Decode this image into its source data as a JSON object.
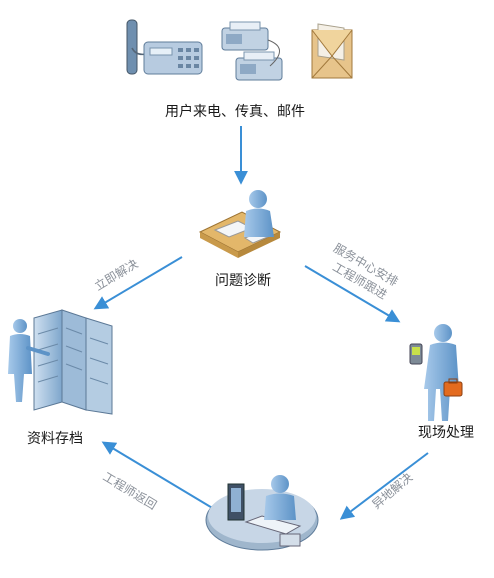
{
  "nodes": {
    "contact": {
      "label": "用户来电、传真、邮件"
    },
    "diagnose": {
      "label": "问题诊断"
    },
    "archive": {
      "label": "资料存档"
    },
    "onsite": {
      "label": "现场处理"
    }
  },
  "edges": {
    "immediate": {
      "label": "立即解决"
    },
    "dispatch": {
      "label_line1": "服务中心安排",
      "label_line2": "工程师跟进"
    },
    "return": {
      "label": "工程师返回"
    },
    "remote": {
      "label": "异地解决"
    }
  },
  "colors": {
    "arrow": "#3a8fd6",
    "figure": "#7fb0dc",
    "figure_dark": "#4f86bd",
    "device": "#9fb6cc",
    "edge_text": "#8a9099"
  },
  "icons": [
    "phone-icon",
    "fax-icon",
    "envelope-icon",
    "office-worker-icon",
    "server-rack-icon",
    "field-engineer-icon",
    "computer-workstation-icon"
  ]
}
